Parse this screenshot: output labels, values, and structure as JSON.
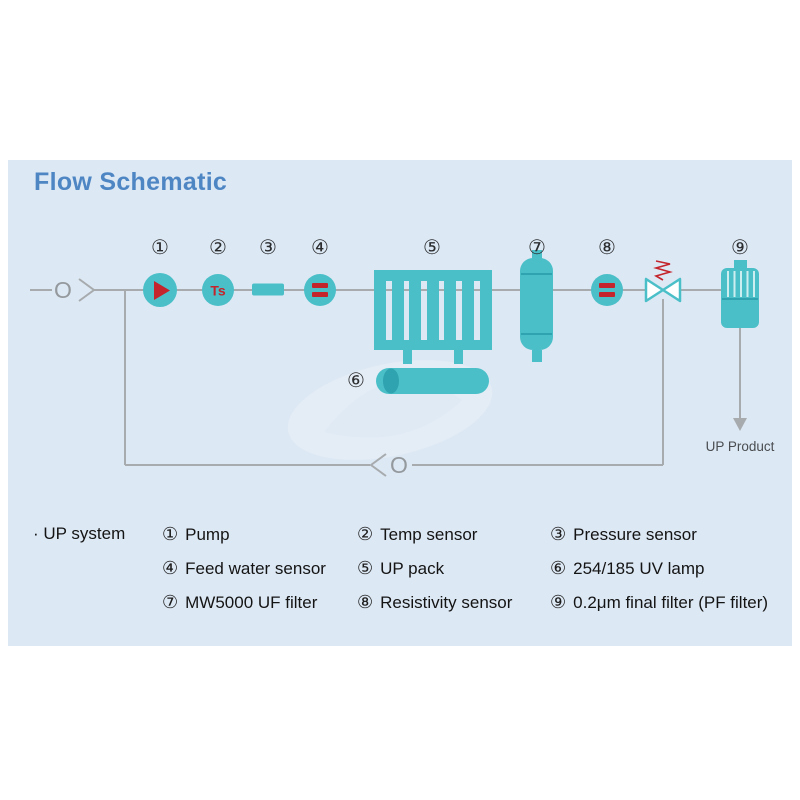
{
  "title": "Flow Schematic",
  "colors": {
    "panel_background": "#dce8f4",
    "title_blue": "#4e86c4",
    "component_teal": "#4abfc8",
    "accent_red": "#c4242b",
    "line_gray": "#a7abae"
  },
  "diagram": {
    "inlet_symbol": "O",
    "return_symbol": "O",
    "temp_sensor_label": "Ts",
    "up_product_label": "UP Product",
    "markers": {
      "m1": "①",
      "m2": "②",
      "m3": "③",
      "m4": "④",
      "m5": "⑤",
      "m6": "⑥",
      "m7": "⑦",
      "m8": "⑧",
      "m9": "⑨"
    }
  },
  "legend": {
    "system_label": "· UP system",
    "items": [
      {
        "num": "①",
        "label": "Pump"
      },
      {
        "num": "②",
        "label": "Temp sensor"
      },
      {
        "num": "③",
        "label": "Pressure sensor"
      },
      {
        "num": "④",
        "label": "Feed water sensor"
      },
      {
        "num": "⑤",
        "label": "UP pack"
      },
      {
        "num": "⑥",
        "label": "254/185 UV lamp"
      },
      {
        "num": "⑦",
        "label": "MW5000 UF filter"
      },
      {
        "num": "⑧",
        "label": "Resistivity sensor"
      },
      {
        "num": "⑨",
        "label": "0.2μm final filter (PF filter)"
      }
    ]
  }
}
